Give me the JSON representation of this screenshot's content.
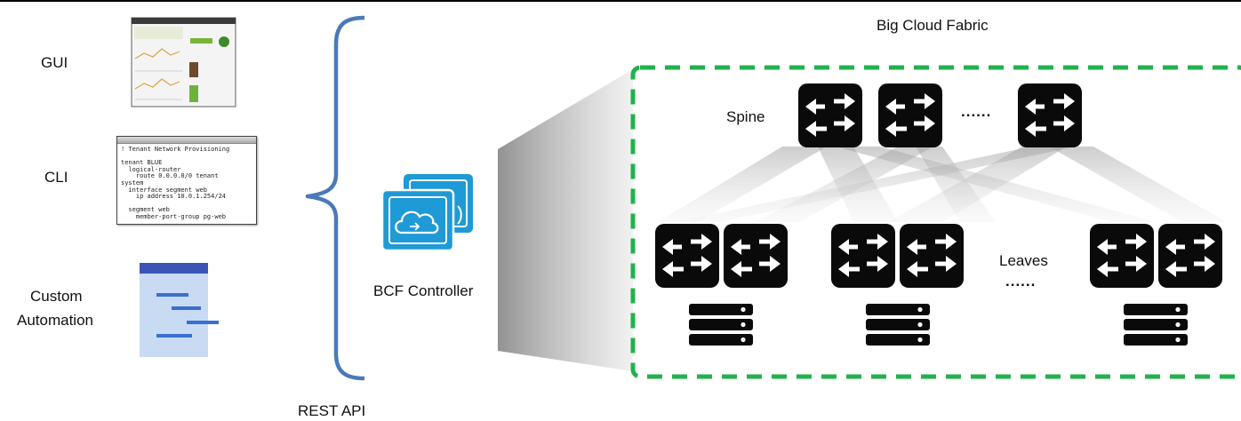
{
  "clients": {
    "gui_label": "GUI",
    "cli_label": "CLI",
    "custom_label_line1": "Custom",
    "custom_label_line2": "Automation"
  },
  "cli_screenshot": {
    "lines": [
      "! Tenant Network Provisioning",
      "",
      "tenant BLUE",
      "  logical-router",
      "    route 0.0.0.0/0 tenant",
      "system",
      "  interface segment web",
      "    ip address 10.0.1.254/24",
      "",
      "  segment web",
      "    member-port-group pg-web"
    ]
  },
  "api_label": "REST API",
  "controller_label": "BCF Controller",
  "fabric": {
    "title": "Big Cloud Fabric",
    "spine_label": "Spine",
    "leaves_label": "Leaves",
    "spine_dots": "......",
    "leaves_dots": "......"
  },
  "colors": {
    "fabric_border": "#22b14c",
    "brace": "#4a7ab8",
    "controller_blue": "#1e9ad6",
    "switch_fill": "#0a0a0a",
    "doc_header": "#3b55b5",
    "doc_body": "#c9daf3",
    "doc_bars": "#3a6fd1"
  },
  "icons": [
    "gui-screenshot-icon",
    "cli-screenshot-icon",
    "automation-document-icon",
    "cloud-controller-icon",
    "switch-icon",
    "server-rack-icon"
  ]
}
